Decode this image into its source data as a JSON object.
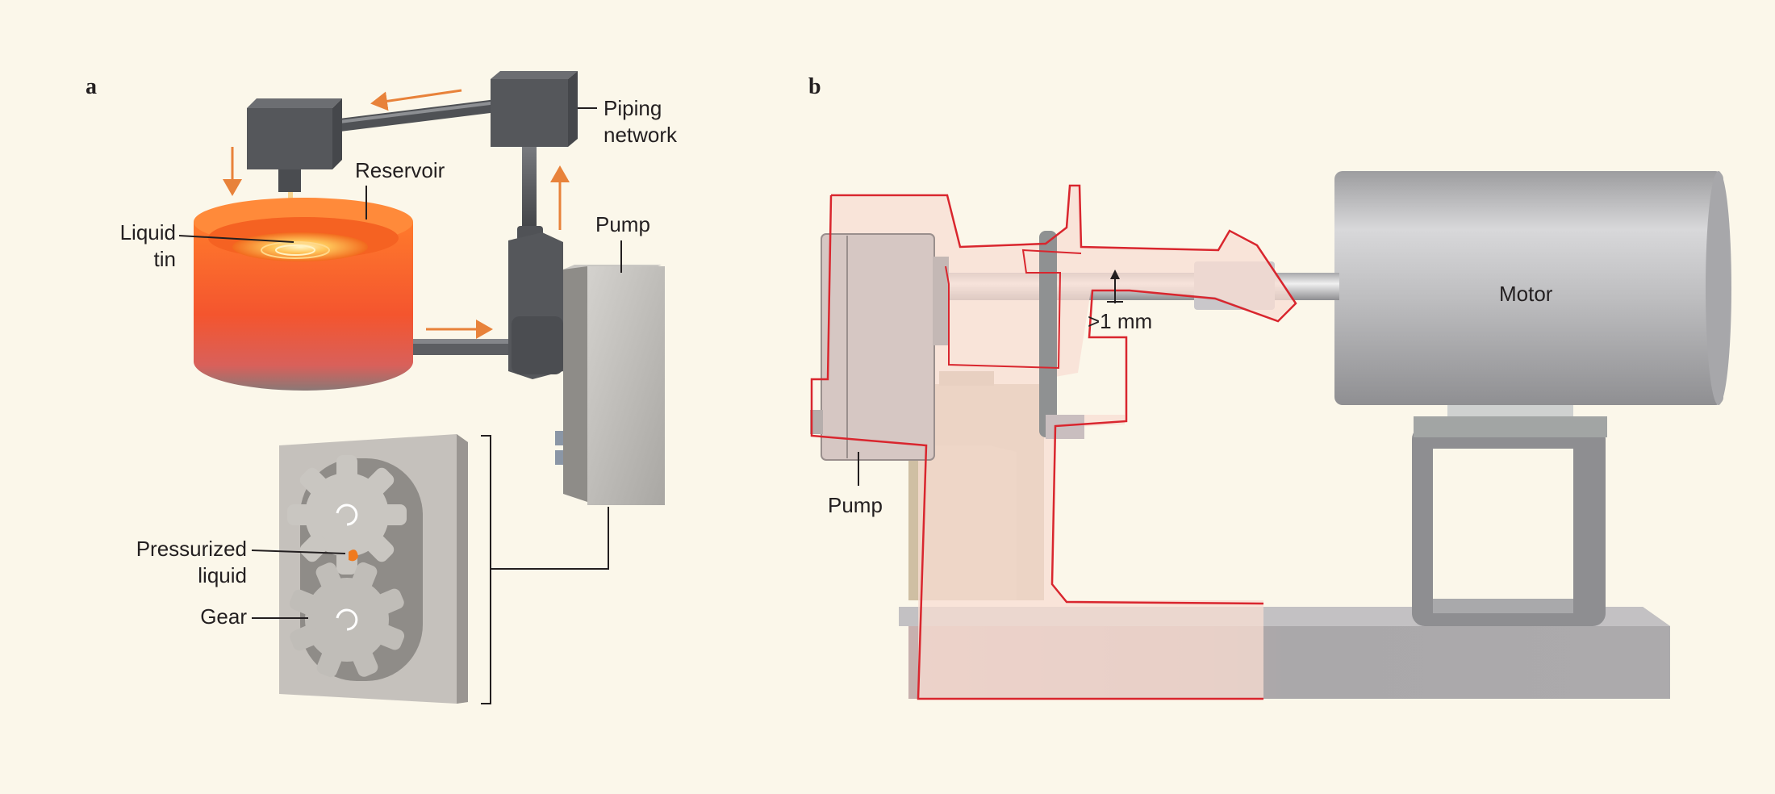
{
  "panel_a": {
    "letter": "a",
    "labels": {
      "piping_line1": "Piping",
      "piping_line2": "network",
      "reservoir": "Reservoir",
      "pump": "Pump",
      "liquid_line1": "Liquid",
      "liquid_line2": "tin",
      "pressurized_line1": "Pressurized",
      "pressurized_line2": "liquid",
      "gear": "Gear"
    }
  },
  "panel_b": {
    "letter": "b",
    "labels": {
      "motor": "Motor",
      "pump": "Pump",
      "gap": ">1 mm"
    }
  },
  "colors": {
    "background": "#fbf7ea",
    "flow_arrow": "#e8823a",
    "liquid_tin": "#f0622c",
    "outline_red": "#d9262e",
    "highlight_pink": "#f8ddd3",
    "machine_gray": "#b8b6b6",
    "support_tan": "#c9b497"
  }
}
